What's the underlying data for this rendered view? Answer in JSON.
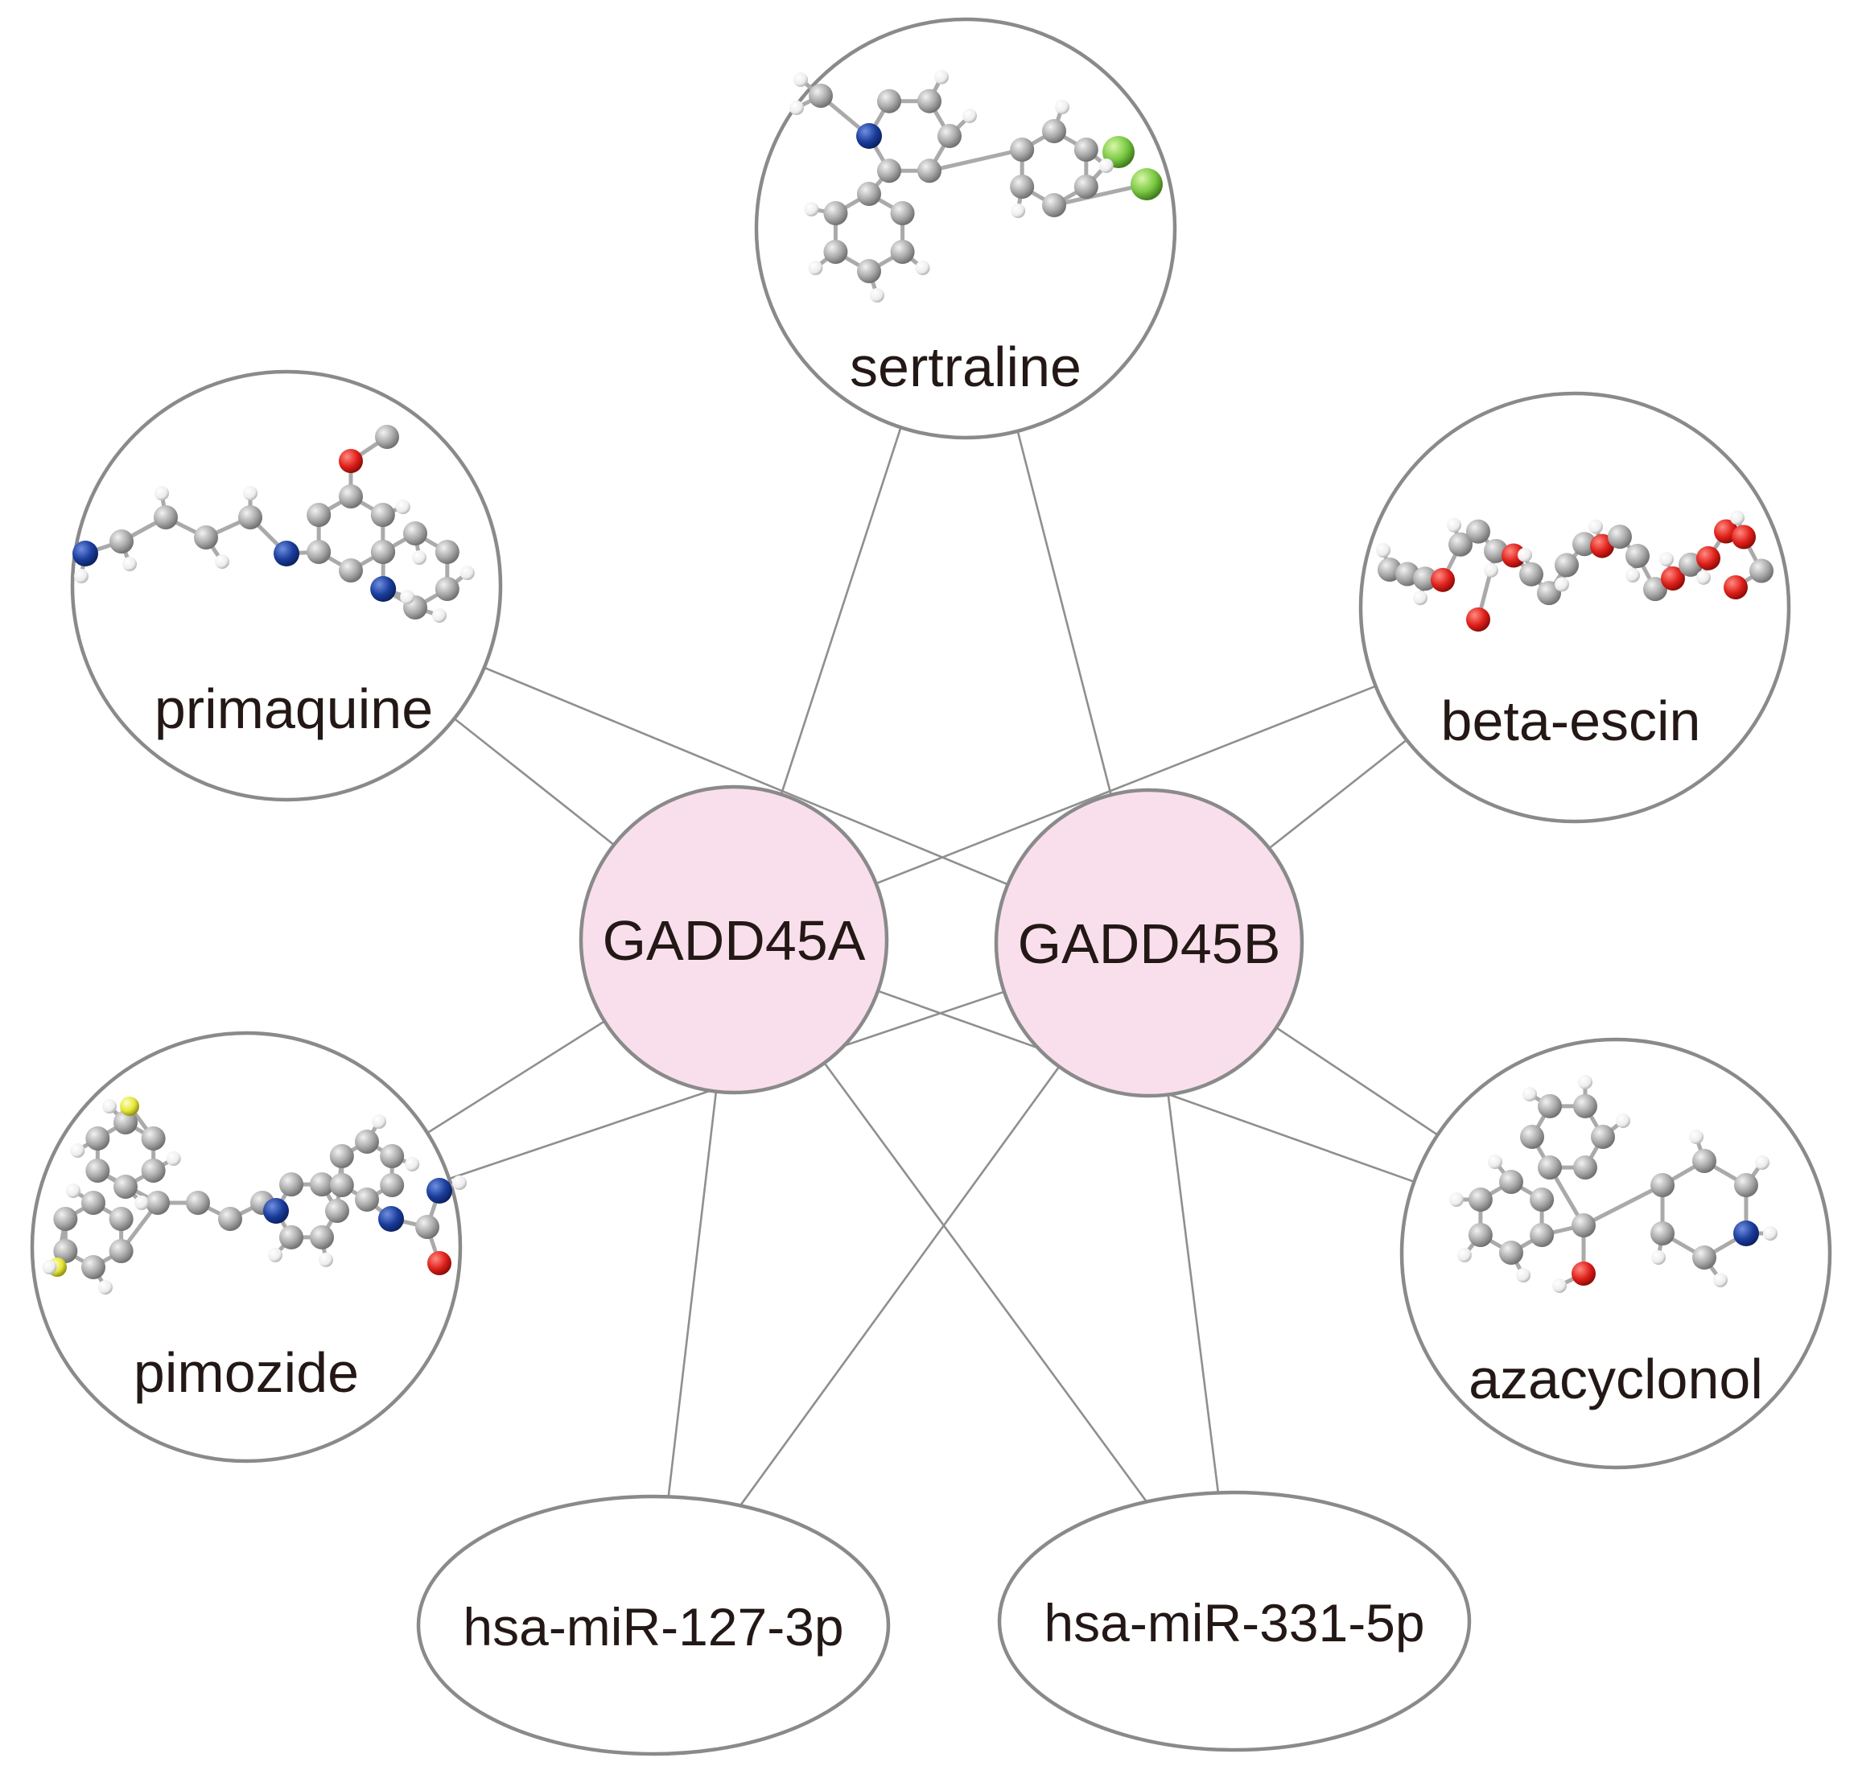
{
  "network": {
    "hubs": [
      {
        "id": "gadd45a",
        "label": "GADD45A"
      },
      {
        "id": "gadd45b",
        "label": "GADD45B"
      }
    ],
    "drugs": [
      {
        "id": "sertraline",
        "label": "sertraline"
      },
      {
        "id": "primaquine",
        "label": "primaquine"
      },
      {
        "id": "beta-escin",
        "label": "beta-escin"
      },
      {
        "id": "pimozide",
        "label": "pimozide"
      },
      {
        "id": "azacyclonol",
        "label": "azacyclonol"
      }
    ],
    "mirnas": [
      {
        "id": "mir127",
        "label": "hsa-miR-127-3p"
      },
      {
        "id": "mir331",
        "label": "hsa-miR-331-5p"
      }
    ],
    "edges": [
      [
        "sertraline",
        "gadd45a"
      ],
      [
        "sertraline",
        "gadd45b"
      ],
      [
        "primaquine",
        "gadd45a"
      ],
      [
        "primaquine",
        "gadd45b"
      ],
      [
        "beta-escin",
        "gadd45a"
      ],
      [
        "beta-escin",
        "gadd45b"
      ],
      [
        "pimozide",
        "gadd45a"
      ],
      [
        "pimozide",
        "gadd45b"
      ],
      [
        "azacyclonol",
        "gadd45a"
      ],
      [
        "azacyclonol",
        "gadd45b"
      ],
      [
        "mir127",
        "gadd45a"
      ],
      [
        "mir127",
        "gadd45b"
      ],
      [
        "mir331",
        "gadd45a"
      ],
      [
        "mir331",
        "gadd45b"
      ]
    ]
  },
  "colors": {
    "hub_fill": "#f9dfeb",
    "ring": "#8a8a8a",
    "edge": "#8f8f8f",
    "carbon": "#aaaaaa",
    "hydrogen": "#ffffff",
    "nitrogen": "#1a3d9c",
    "oxygen": "#e0201b",
    "chlorine": "#7ac943",
    "fluorine": "#e6e63a"
  }
}
